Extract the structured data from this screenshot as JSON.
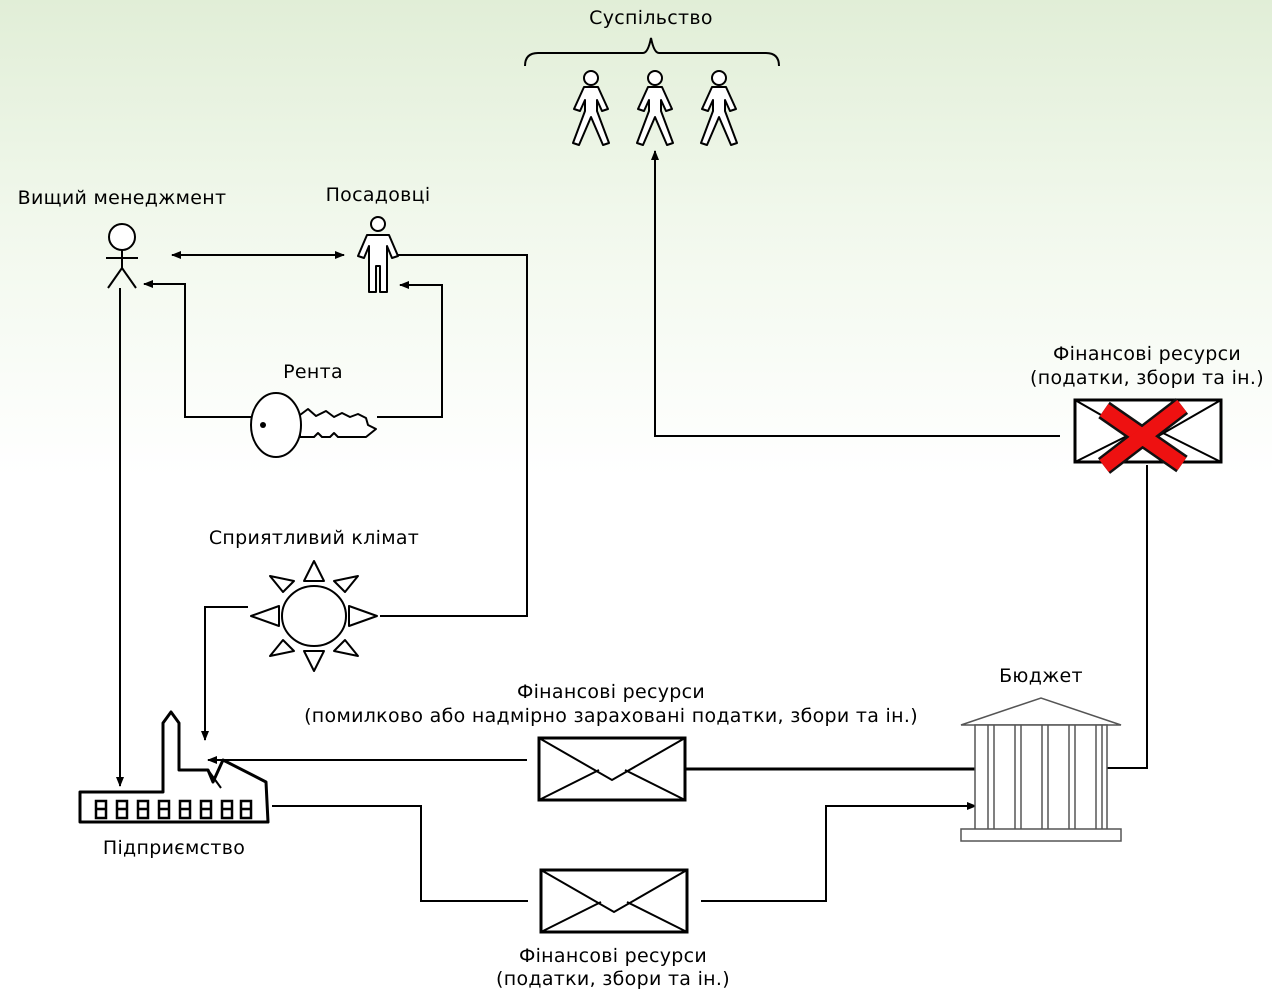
{
  "nodes": {
    "society": "Суспільство",
    "top_management": "Вищий менеджмент",
    "officials": "Посадовці",
    "rent": "Рента",
    "favorable_climate": "Сприятливий клімат",
    "budget": "Бюджет",
    "enterprise": "Підприємство"
  },
  "flows": {
    "to_society_title": "Фінансові ресурси",
    "to_society_sub": "(податки, збори та ін.)",
    "refund_title": "Фінансові ресурси",
    "refund_sub": "(помилково або надмірно зараховані податки, збори та ін.)",
    "taxes_title": "Фінансові ресурси",
    "taxes_sub": "(податки, збори та ін.)"
  },
  "colors": {
    "cross": "#ee1111",
    "line": "#000000"
  }
}
